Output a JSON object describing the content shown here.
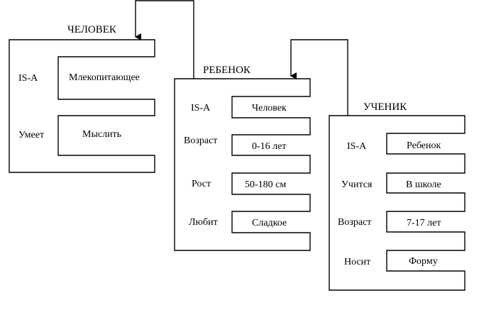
{
  "frames": {
    "person": {
      "title": "ЧЕЛОВЕК",
      "slots": [
        {
          "name": "IS-A",
          "value": "Млекопитающее"
        },
        {
          "name": "Умеет",
          "value": "Мыслить"
        }
      ]
    },
    "child": {
      "title": "РЕБЕНОК",
      "slots": [
        {
          "name": "IS-A",
          "value": "Человек"
        },
        {
          "name": "Возраст",
          "value": "0-16 лет"
        },
        {
          "name": "Рост",
          "value": "50-180 см"
        },
        {
          "name": "Любит",
          "value": "Сладкое"
        }
      ]
    },
    "student": {
      "title": "УЧЕНИК",
      "slots": [
        {
          "name": "IS-A",
          "value": "Ребенок"
        },
        {
          "name": "Учится",
          "value": "В школе"
        },
        {
          "name": "Возраст",
          "value": "7-17 лет"
        },
        {
          "name": "Носит",
          "value": "Форму"
        }
      ]
    }
  }
}
